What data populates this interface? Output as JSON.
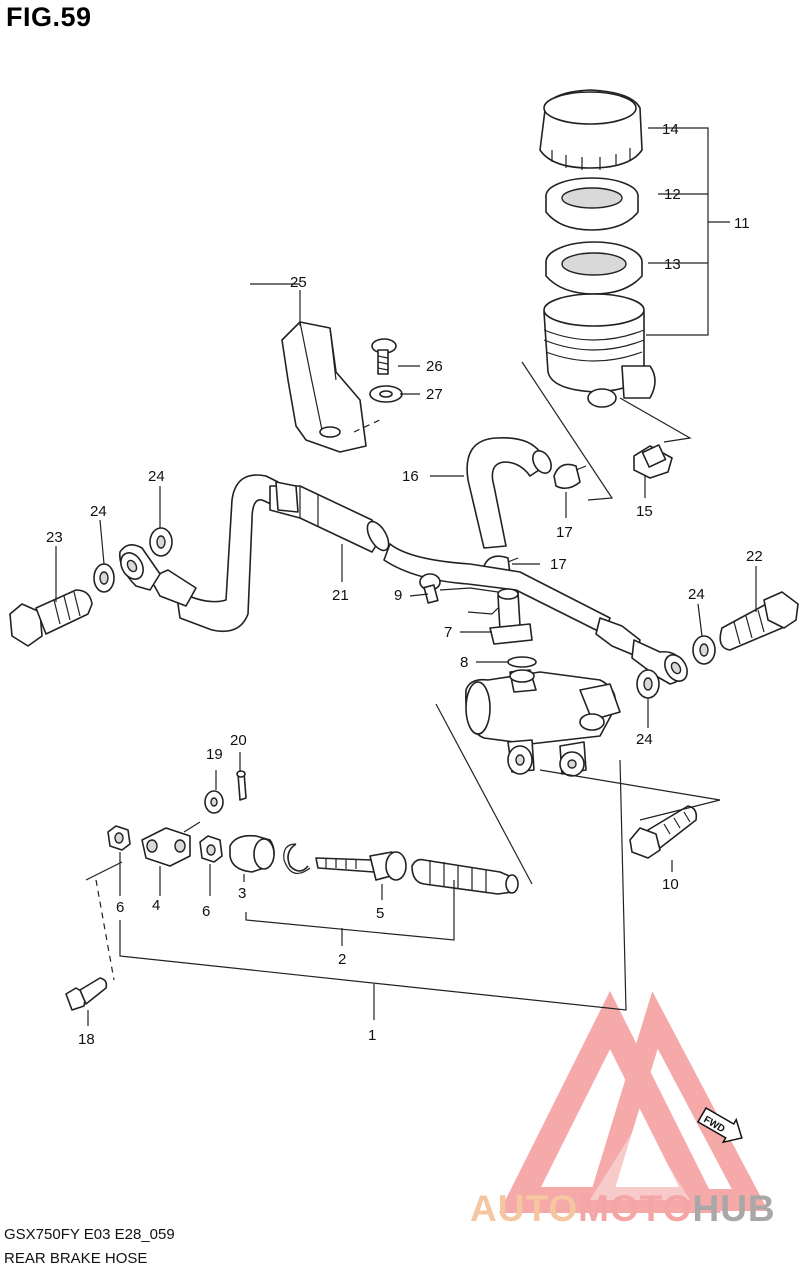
{
  "figure": {
    "title": "FIG.59"
  },
  "footer": {
    "model_code": "GSX750FY E03 E28_059",
    "section_name": "REAR BRAKE  HOSE"
  },
  "watermark": {
    "part1": "AUTO",
    "part2": "MOTO",
    "part3": "HUB",
    "direction_tag": "FWD"
  },
  "callouts": [
    {
      "id": "label-14",
      "text": "14"
    },
    {
      "id": "label-12",
      "text": "12"
    },
    {
      "id": "label-11",
      "text": "11"
    },
    {
      "id": "label-13",
      "text": "13"
    },
    {
      "id": "label-25",
      "text": "25"
    },
    {
      "id": "label-26",
      "text": "26"
    },
    {
      "id": "label-27",
      "text": "27"
    },
    {
      "id": "label-16",
      "text": "16"
    },
    {
      "id": "label-15",
      "text": "15"
    },
    {
      "id": "label-17a",
      "text": "17"
    },
    {
      "id": "label-17b",
      "text": "17"
    },
    {
      "id": "label-24a",
      "text": "24"
    },
    {
      "id": "label-24b",
      "text": "24"
    },
    {
      "id": "label-24c",
      "text": "24"
    },
    {
      "id": "label-24d",
      "text": "24"
    },
    {
      "id": "label-23",
      "text": "23"
    },
    {
      "id": "label-21",
      "text": "21"
    },
    {
      "id": "label-22",
      "text": "22"
    },
    {
      "id": "label-9",
      "text": "9"
    },
    {
      "id": "label-7",
      "text": "7"
    },
    {
      "id": "label-8",
      "text": "8"
    },
    {
      "id": "label-19",
      "text": "19"
    },
    {
      "id": "label-20",
      "text": "20"
    },
    {
      "id": "label-6a",
      "text": "6"
    },
    {
      "id": "label-6b",
      "text": "6"
    },
    {
      "id": "label-4",
      "text": "4"
    },
    {
      "id": "label-3",
      "text": "3"
    },
    {
      "id": "label-5",
      "text": "5"
    },
    {
      "id": "label-2",
      "text": "2"
    },
    {
      "id": "label-10",
      "text": "10"
    },
    {
      "id": "label-1",
      "text": "1"
    },
    {
      "id": "label-18",
      "text": "18"
    }
  ]
}
